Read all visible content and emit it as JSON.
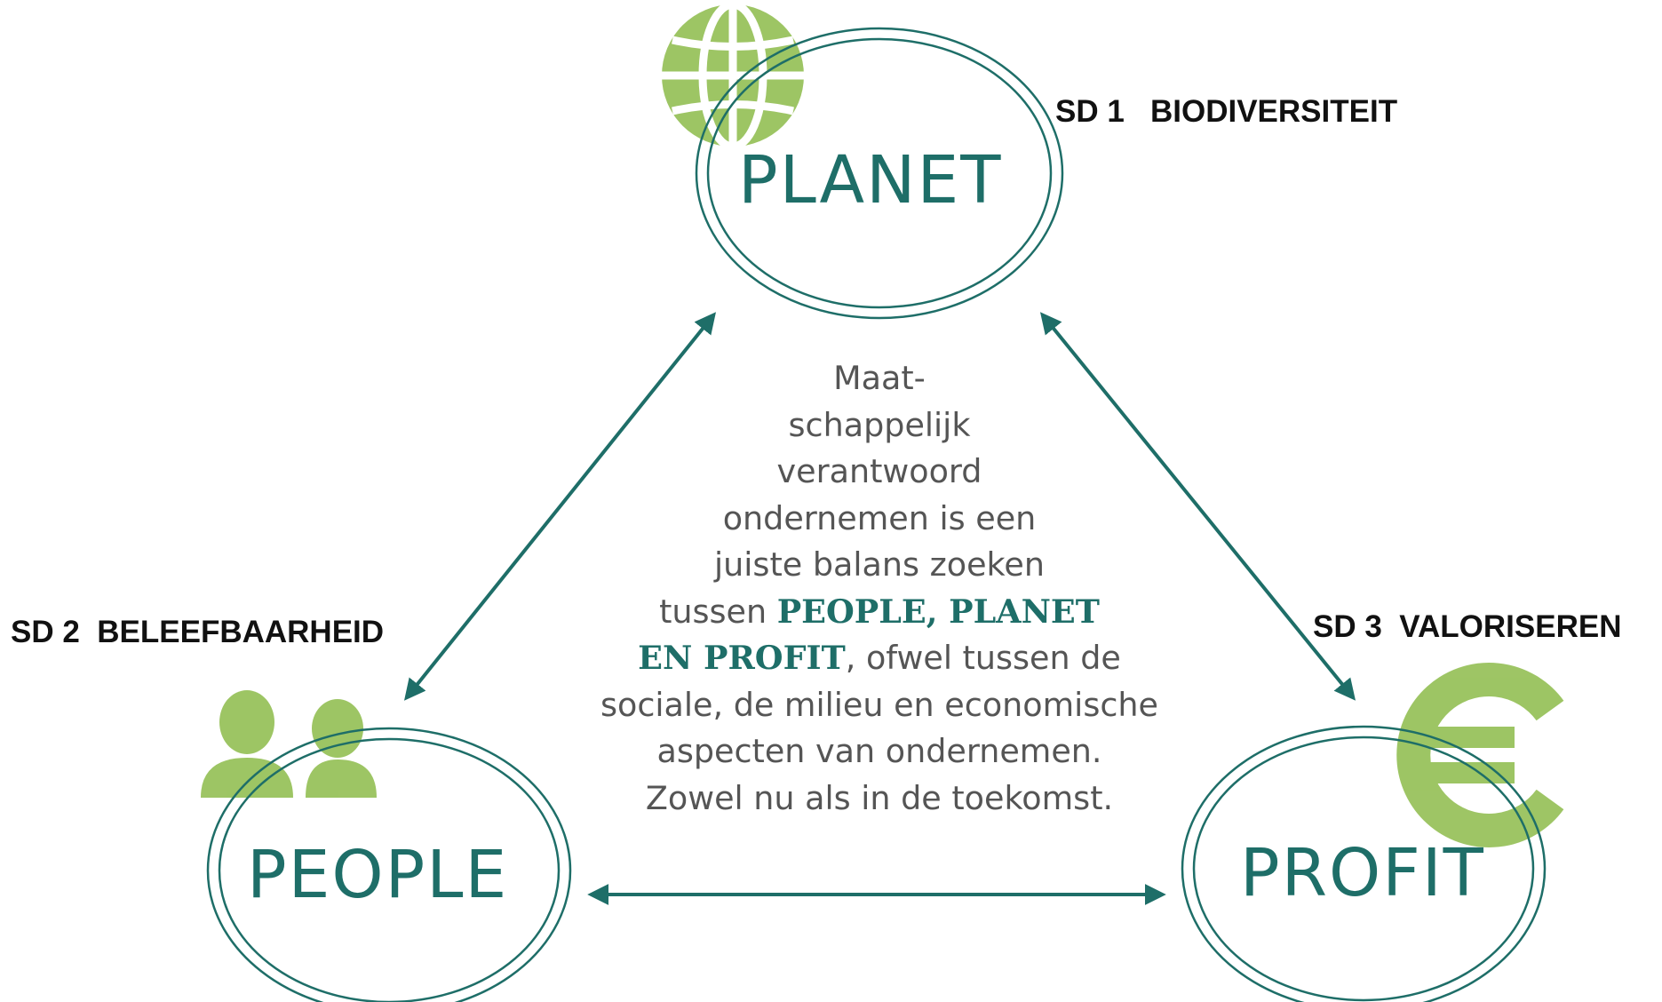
{
  "circles": {
    "planet": "PLANET",
    "people": "PEOPLE",
    "profit": "PROFIT"
  },
  "labels": {
    "sd1": "SD 1   BIODIVERSITEIT",
    "sd2": "SD 2  BELEEFBAARHEID",
    "sd3": "SD 3  VALORISEREN"
  },
  "center_text": {
    "line1": "Maat-",
    "line2": "schappelijk",
    "line3": "verantwoord",
    "line4": "ondernemen is een",
    "line5": "juiste balans zoeken",
    "line6_pre": "tussen ",
    "line6_bold": "PEOPLE, PLANET",
    "line7_bold": "EN PROFIT",
    "line7_post": ", ofwel tussen de",
    "line8": "sociale, de milieu en economische",
    "line9": "aspecten van ondernemen.",
    "line10": "Zowel nu als in de toekomst."
  },
  "icons": {
    "planet": "globe-icon",
    "people": "people-icon",
    "profit": "euro-icon"
  },
  "colors": {
    "teal": "#1e6e68",
    "green": "#8dbb4a",
    "text_gray": "#555555"
  }
}
